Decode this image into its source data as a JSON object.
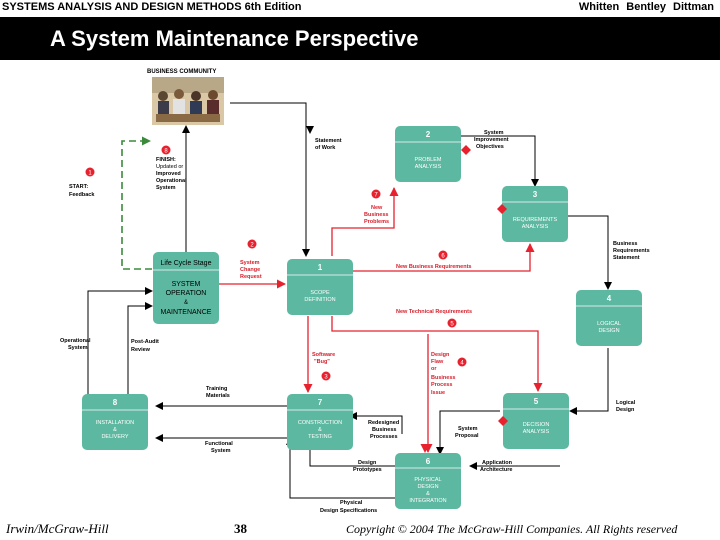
{
  "header": {
    "book": "SYSTEMS ANALYSIS AND DESIGN METHODS",
    "edition": "6th Edition",
    "authors": "Whitten  Bentley  Dittman"
  },
  "slide": {
    "title": "A System Maintenance Perspective"
  },
  "footer": {
    "publisher": "Irwin/McGraw-Hill",
    "page": "38",
    "copyright": "Copyright © 2004 The McGraw-Hill Companies. All Rights reserved"
  },
  "colors": {
    "phase_box": "#5cb8a0",
    "arrow_red": "#e8212e",
    "label_red": "#d6202c"
  },
  "diagram": {
    "business_community": "BUSINESS COMMUNITY",
    "phases": [
      {
        "num": "1",
        "lines": [
          "SCOPE",
          "DEFINITION"
        ]
      },
      {
        "num": "2",
        "lines": [
          "PROBLEM",
          "ANALYSIS"
        ]
      },
      {
        "num": "3",
        "lines": [
          "REQUIREMENTS",
          "ANALYSIS"
        ]
      },
      {
        "num": "4",
        "lines": [
          "LOGICAL",
          "DESIGN"
        ]
      },
      {
        "num": "5",
        "lines": [
          "DECISION",
          "ANALYSIS"
        ]
      },
      {
        "num": "6",
        "lines": [
          "PHYSICAL",
          "DESIGN",
          "&",
          "INTEGRATION"
        ]
      },
      {
        "num": "7",
        "lines": [
          "CONSTRUCTION",
          "&",
          "TESTING"
        ]
      },
      {
        "num": "8",
        "lines": [
          "INSTALLATION",
          "&",
          "DELIVERY"
        ]
      }
    ],
    "lifecycle": {
      "heading": "Life Cycle Stage",
      "lines": [
        "SYSTEM",
        "OPERATION",
        "&",
        "MAINTENANCE"
      ]
    },
    "markers": [
      "1",
      "2",
      "3",
      "4",
      "5",
      "6",
      "7",
      "8"
    ],
    "labels": {
      "start": [
        "START:",
        "Feedback"
      ],
      "finish": [
        "FINISH:",
        "Updated or",
        "Improved",
        "Operational",
        "System"
      ],
      "statement_of_work": [
        "Statement",
        "of Work"
      ],
      "system_improvement_objectives": [
        "System",
        "Improvement",
        "Objectives"
      ],
      "new_business_problems": [
        "New",
        "Business",
        "Problems"
      ],
      "system_change_request": [
        "System",
        "Change",
        "Request"
      ],
      "new_business_requirements": "New Business Requirements",
      "business_requirements_statement": [
        "Business",
        "Requirements",
        "Statement"
      ],
      "new_technical_requirements": "New Technical Requirements",
      "operational_system": [
        "Operational",
        "System"
      ],
      "post_audit_review": [
        "Post-Audit",
        "Review"
      ],
      "software_bug": [
        "Software",
        "\"Bug\""
      ],
      "design_flaw": [
        "Design",
        "Flaw",
        "or",
        "Business",
        "Process",
        "Issue"
      ],
      "training_materials": [
        "Training",
        "Materials"
      ],
      "logical_design": [
        "Logical",
        "Design"
      ],
      "functional_system": [
        "Functional",
        "System"
      ],
      "redesigned_business_processes": [
        "Redesigned",
        "Business",
        "Processes"
      ],
      "system_proposal": [
        "System",
        "Proposal"
      ],
      "design_prototypes": [
        "Design",
        "Prototypes"
      ],
      "application_architecture": [
        "Application",
        "Architecture"
      ],
      "physical_design_specifications": [
        "Physical",
        "Design Specifications"
      ]
    }
  }
}
